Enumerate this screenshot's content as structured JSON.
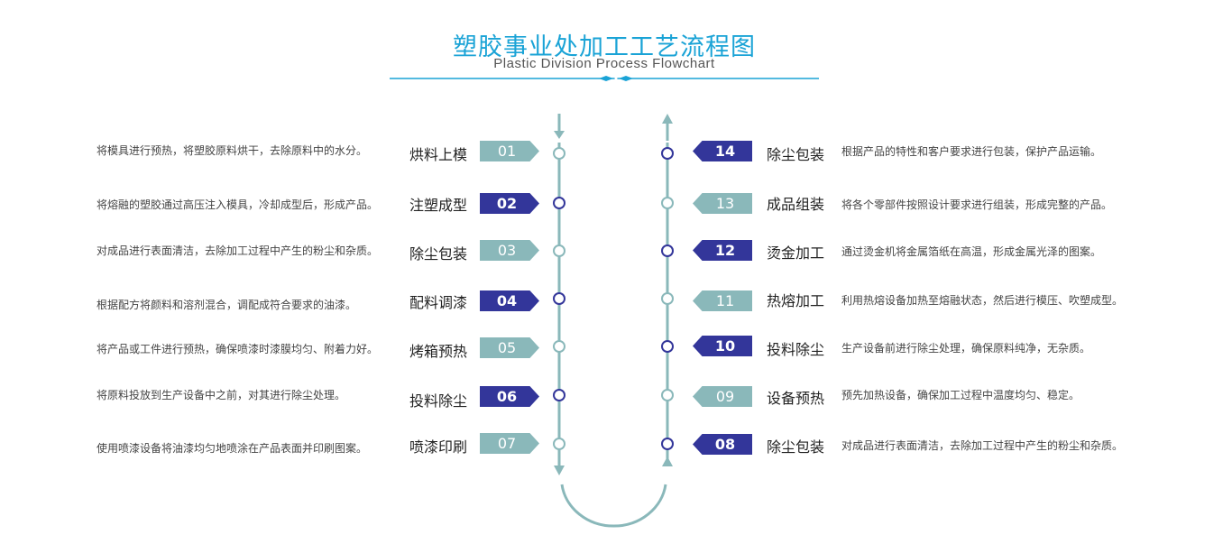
{
  "title": "塑胶事业处加工工艺流程图",
  "subtitle": "Plastic Division Process Flowchart",
  "colors": {
    "accent": "#1aa3d6",
    "dark": "#33369a",
    "light": "#8ab8ba"
  },
  "left_steps": [
    {
      "num": "01",
      "name": "烘料上模",
      "desc": "将模具进行预热，将塑胶原料烘干，去除原料中的水分。",
      "style": "light"
    },
    {
      "num": "02",
      "name": "注塑成型",
      "desc": "将熔融的塑胶通过高压注入模具，冷却成型后，形成产品。",
      "style": "dark"
    },
    {
      "num": "03",
      "name": "除尘包装",
      "desc": "对成品进行表面清洁，去除加工过程中产生的粉尘和杂质。",
      "style": "light"
    },
    {
      "num": "04",
      "name": "配料调漆",
      "desc": "根据配方将颜料和溶剂混合，调配成符合要求的油漆。",
      "style": "dark"
    },
    {
      "num": "05",
      "name": "烤箱预热",
      "desc": "将产品或工件进行预热，确保喷漆时漆膜均匀、附着力好。",
      "style": "light"
    },
    {
      "num": "06",
      "name": "投料除尘",
      "desc": "将原料投放到生产设备中之前，对其进行除尘处理。",
      "style": "dark"
    },
    {
      "num": "07",
      "name": "喷漆印刷",
      "desc": "使用喷漆设备将油漆均匀地喷涂在产品表面并印刷图案。",
      "style": "light"
    }
  ],
  "right_steps": [
    {
      "num": "14",
      "name": "除尘包装",
      "desc": "根据产品的特性和客户要求进行包装，保护产品运输。",
      "style": "dark"
    },
    {
      "num": "13",
      "name": "成品组装",
      "desc": "将各个零部件按照设计要求进行组装，形成完整的产品。",
      "style": "light"
    },
    {
      "num": "12",
      "name": "烫金加工",
      "desc": "通过烫金机将金属箔纸在高温，形成金属光泽的图案。",
      "style": "dark"
    },
    {
      "num": "11",
      "name": "热熔加工",
      "desc": "利用热熔设备加热至熔融状态，然后进行模压、吹塑成型。",
      "style": "light"
    },
    {
      "num": "10",
      "name": "投料除尘",
      "desc": "生产设备前进行除尘处理，确保原料纯净，无杂质。",
      "style": "dark"
    },
    {
      "num": "09",
      "name": "设备预热",
      "desc": "预先加热设备，确保加工过程中温度均匀、稳定。",
      "style": "light"
    },
    {
      "num": "08",
      "name": "除尘包装",
      "desc": "对成品进行表面清洁，去除加工过程中产生的粉尘和杂质。",
      "style": "dark"
    }
  ]
}
